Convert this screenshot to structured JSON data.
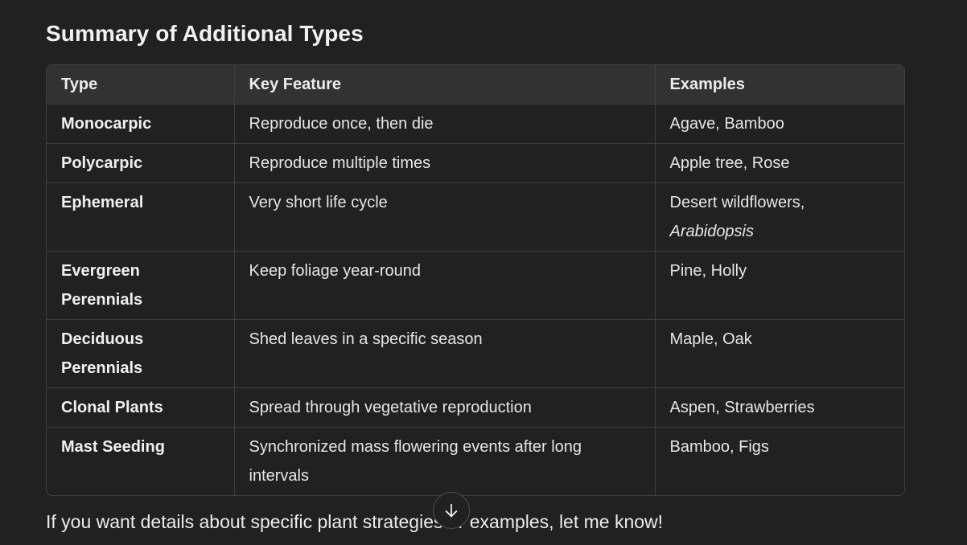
{
  "heading": "Summary of Additional Types",
  "table": {
    "headers": [
      "Type",
      "Key Feature",
      "Examples"
    ],
    "rows": [
      {
        "type": "Monocarpic",
        "feature": "Reproduce once, then die",
        "examples": "Agave, Bamboo"
      },
      {
        "type": "Polycarpic",
        "feature": "Reproduce multiple times",
        "examples": "Apple tree, Rose"
      },
      {
        "type": "Ephemeral",
        "feature": "Very short life cycle",
        "examples_line1": "Desert wildflowers,",
        "examples_line2": "Arabidopsis"
      },
      {
        "type_line1": "Evergreen",
        "type_line2": "Perennials",
        "feature": "Keep foliage year-round",
        "examples": "Pine, Holly"
      },
      {
        "type_line1": "Deciduous",
        "type_line2": "Perennials",
        "feature": "Shed leaves in a specific season",
        "examples": "Maple, Oak"
      },
      {
        "type": "Clonal Plants",
        "feature": "Spread through vegetative reproduction",
        "examples": "Aspen, Strawberries"
      },
      {
        "type": "Mast Seeding",
        "feature_line1": "Synchronized mass flowering events after long",
        "feature_line2": "intervals",
        "examples": "Bamboo, Figs"
      }
    ]
  },
  "footer": "If you want details about specific plant strategies or examples, let me know!",
  "scroll_button": {
    "icon": "arrow-down-icon"
  }
}
